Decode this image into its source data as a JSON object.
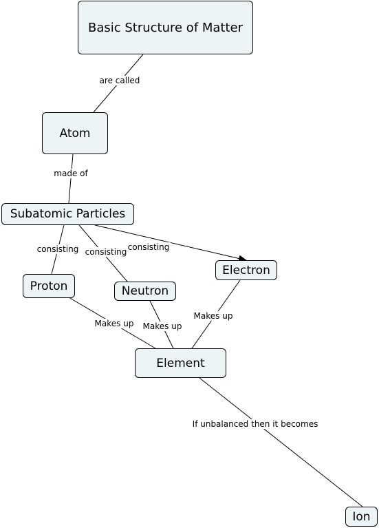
{
  "nodes": {
    "basic_structure": "Basic Structure of Matter",
    "atom": "Atom",
    "subatomic": "Subatomic Particles",
    "proton": "Proton",
    "neutron": "Neutron",
    "electron": "Electron",
    "element": "Element",
    "ion": "Ion"
  },
  "links": {
    "are_called": "are called",
    "made_of": "made of",
    "consisting_proton": "consisting",
    "consisting_neutron": "consisting",
    "consisting_electron": "consisting",
    "makes_up_proton": "Makes up",
    "makes_up_neutron": "Makes up",
    "makes_up_electron": "Makes up",
    "if_unbalanced": "If unbalanced then it becomes"
  }
}
